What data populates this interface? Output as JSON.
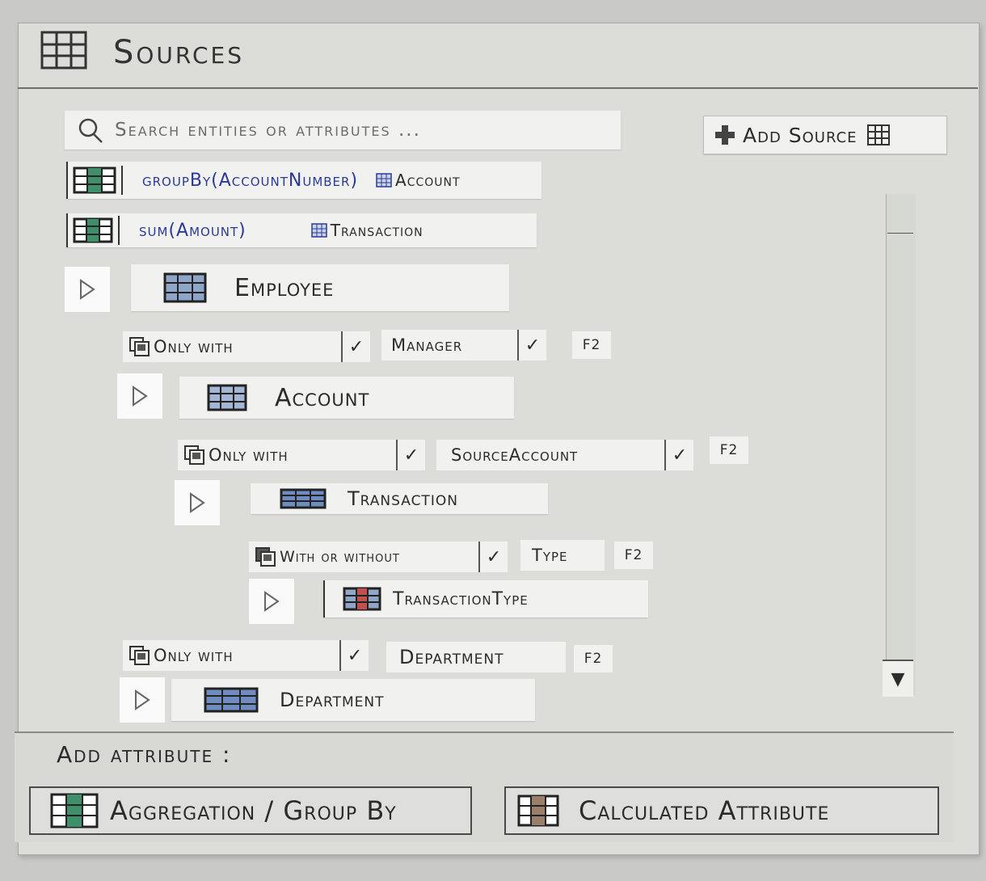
{
  "header": {
    "title": "Sources",
    "icon": "table-icon"
  },
  "search": {
    "placeholder": "Search entities or attributes ...",
    "icon": "search-icon"
  },
  "add_source": {
    "label": "Add Source",
    "icon": "plus-icon",
    "trailing_icon": "table-icon"
  },
  "attribute_rows": [
    {
      "expression": "groupBy(AccountNumber)",
      "entity": "Account"
    },
    {
      "expression": "sum(Amount)",
      "entity": "Transaction"
    }
  ],
  "tree": {
    "employee": {
      "name": "Employee"
    },
    "rel_manager": {
      "mode": "Only with",
      "relation": "Manager",
      "fn": "F2"
    },
    "account": {
      "name": "Account"
    },
    "rel_source_account": {
      "mode": "Only with",
      "relation": "SourceAccount",
      "fn": "F2"
    },
    "transaction": {
      "name": "Transaction"
    },
    "rel_type": {
      "mode": "With or without",
      "relation": "Type",
      "fn": "F2"
    },
    "transaction_type": {
      "name": "TransactionType"
    },
    "rel_department": {
      "mode": "Only with",
      "relation": "Department",
      "fn": "F2"
    },
    "department": {
      "name": "Department"
    }
  },
  "footer": {
    "title": "Add attribute :",
    "aggregation_label": "Aggregation / Group By",
    "calculated_label": "Calculated Attribute"
  },
  "colors": {
    "expression_text": "#2a3a9a",
    "table_blue": "#8fa6c9",
    "table_green": "#3f8f6a",
    "table_red": "#c0504d"
  }
}
